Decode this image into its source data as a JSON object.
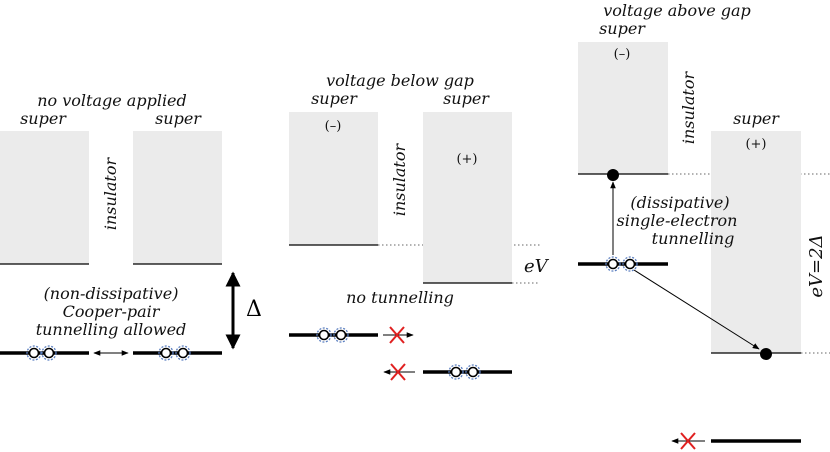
{
  "panel_left": {
    "title": "no voltage applied",
    "left_label": "super",
    "right_label": "super",
    "barrier_label": "insulator",
    "note_line1": "(non-dissipative)",
    "note_line2": "Cooper-pair",
    "note_line3": "tunnelling allowed",
    "gap_symbol": "Δ"
  },
  "panel_middle": {
    "title": "voltage below gap",
    "left_label": "super",
    "right_label": "super",
    "left_sign": "(–)",
    "right_sign": "(+)",
    "barrier_label": "insulator",
    "voltage_label": "eV",
    "note": "no tunnelling"
  },
  "panel_right": {
    "title": "voltage above gap",
    "left_label": "super",
    "right_label": "super",
    "left_sign": "(–)",
    "right_sign": "(+)",
    "barrier_label": "insulator",
    "note_line1": "(dissipative)",
    "note_line2": "single-electron",
    "note_line3": "tunnelling",
    "voltage_label": "eV=2Δ"
  },
  "colors": {
    "superconductor_fill": "#ebebeb",
    "line": "#000000",
    "pair_ring": "#5b7fc0",
    "cross": "#e02020",
    "dotted": "#666666"
  }
}
